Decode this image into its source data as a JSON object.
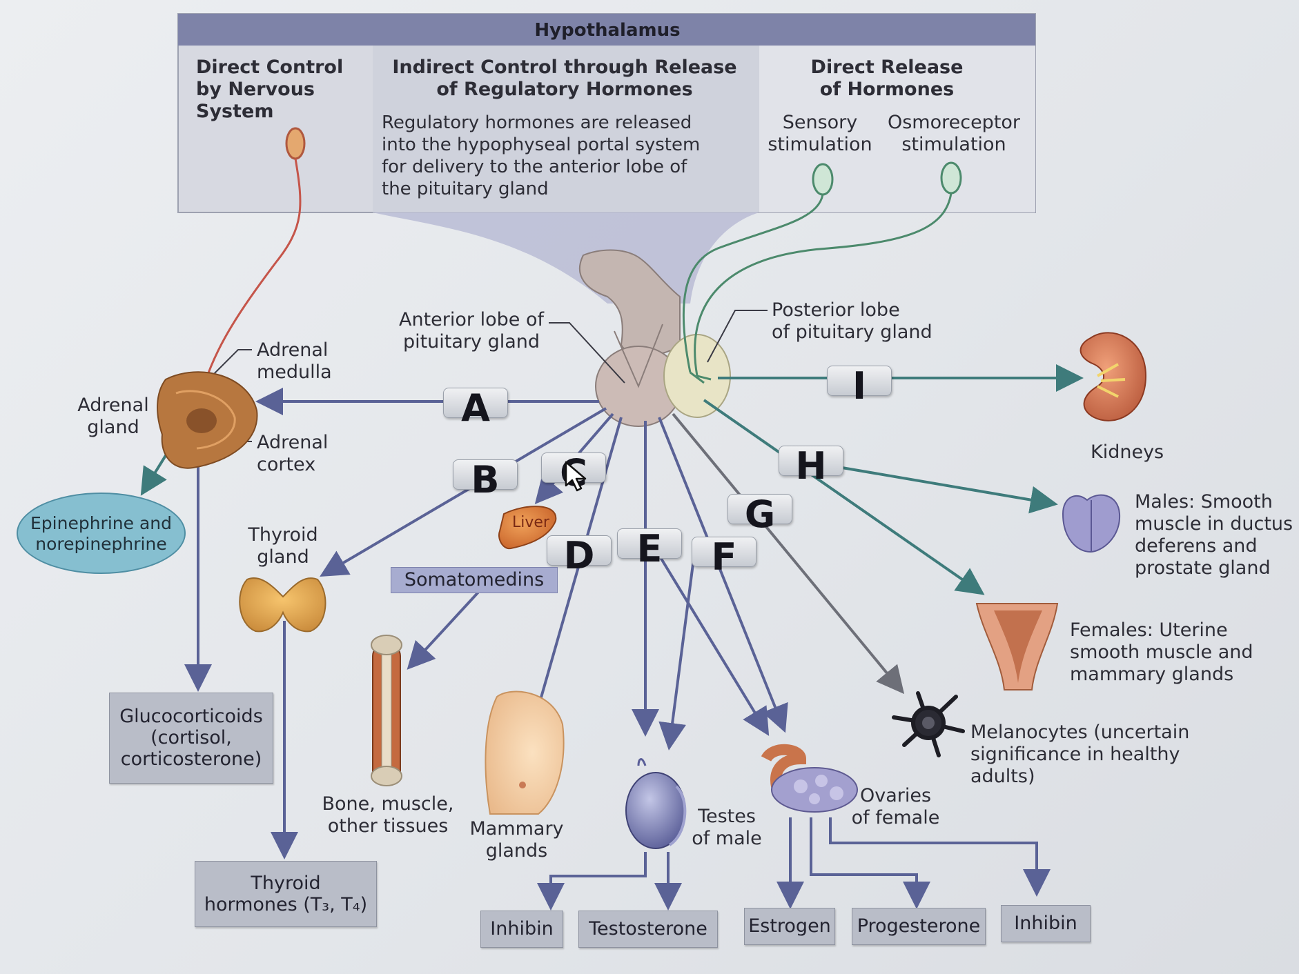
{
  "header": {
    "title": "Hypothalamus",
    "col1_title": "Direct Control\nby Nervous\nSystem",
    "col2_title": "Indirect Control through Release\nof Regulatory Hormones",
    "col2_text": "Regulatory hormones are released\ninto the hypophyseal portal system\nfor delivery to the anterior lobe of\nthe pituitary gland",
    "col3_title": "Direct Release\nof Hormones",
    "sensory": "Sensory\nstimulation",
    "osmoreceptor": "Osmoreceptor\nstimulation"
  },
  "labels": {
    "anterior_lobe": "Anterior lobe of\npituitary gland",
    "posterior_lobe": "Posterior lobe\nof pituitary gland",
    "adrenal_gland": "Adrenal\ngland",
    "adrenal_medulla": "Adrenal\nmedulla",
    "adrenal_cortex": "Adrenal\ncortex",
    "thyroid_gland": "Thyroid\ngland",
    "liver": "Liver",
    "bone_muscle": "Bone, muscle,\nother tissues",
    "mammary": "Mammary\nglands",
    "testes": "Testes\nof male",
    "ovaries": "Ovaries\nof female",
    "melanocytes": "Melanocytes (uncertain\nsignificance in healthy\nadults)",
    "kidneys": "Kidneys",
    "males": "Males: Smooth\nmuscle in ductus\ndeferens and\nprostate gland",
    "females": "Females: Uterine\nsmooth muscle and\nmammary glands"
  },
  "letters": [
    "A",
    "B",
    "C",
    "D",
    "E",
    "F",
    "G",
    "H",
    "I"
  ],
  "products": {
    "epinephrine": "Epinephrine and\nnorepinephrine",
    "glucocorticoids": "Glucocorticoids\n(cortisol,\ncorticosterone)",
    "thyroid_hormones": "Thyroid\nhormones (T₃, T₄)",
    "somatomedins": "Somatomedins",
    "inhibin_male": "Inhibin",
    "testosterone": "Testosterone",
    "estrogen": "Estrogen",
    "progesterone": "Progesterone",
    "inhibin_female": "Inhibin"
  },
  "colors": {
    "header_bar": "#7e83a8",
    "header_panel": "#d7d9e1",
    "arrow_blue": "#5a6296",
    "arrow_teal": "#3e7b7b",
    "arrow_gray": "#6d6f78",
    "nerve_red": "#c5554a",
    "nerve_green": "#4c8a6c"
  }
}
